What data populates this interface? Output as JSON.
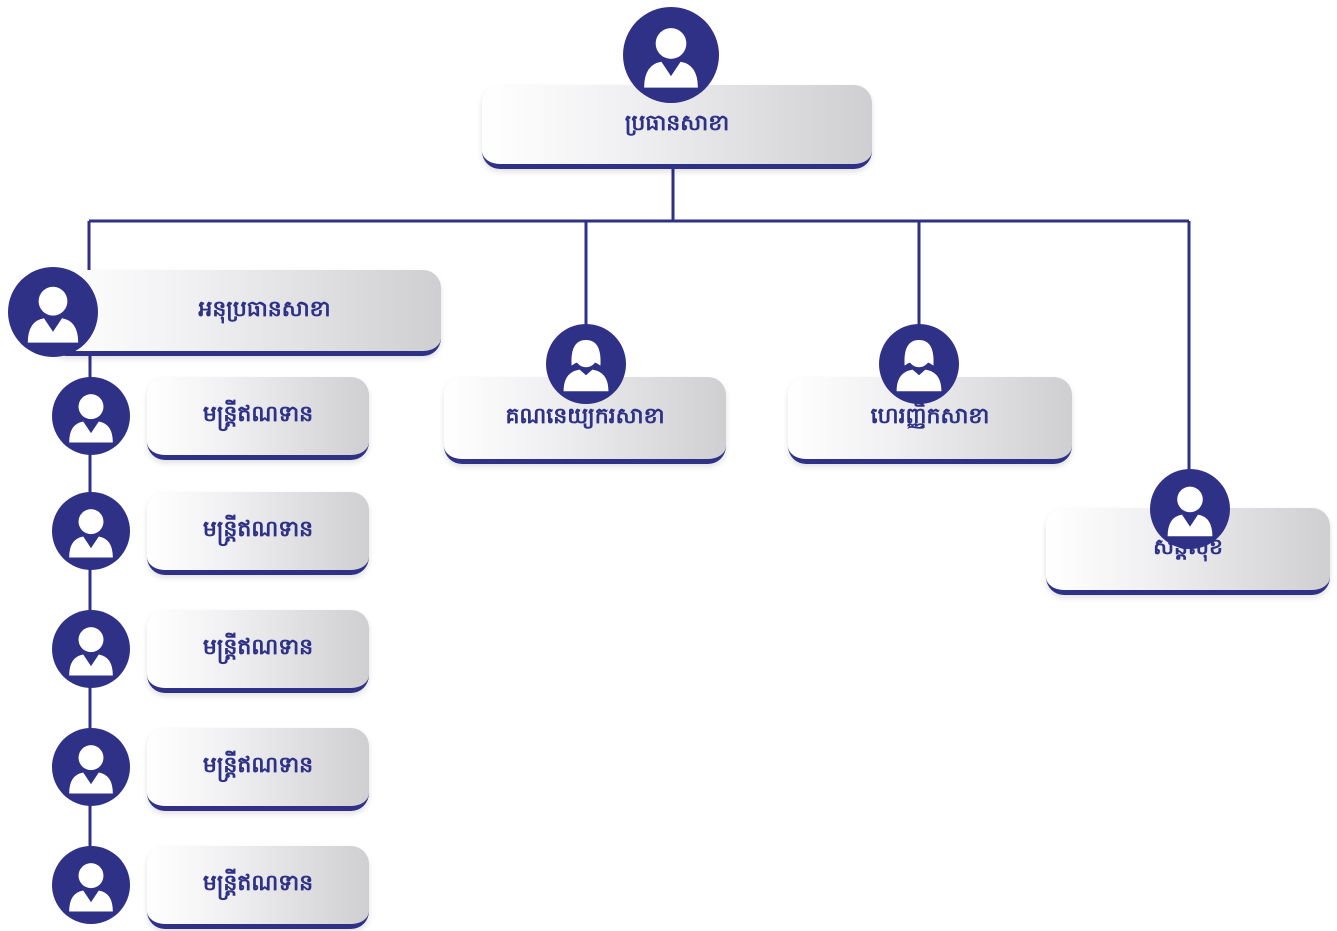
{
  "colors": {
    "navy": "#2e3186",
    "line": "#2e3186",
    "box_light": "#ffffff",
    "box_dark": "#cfcfd2"
  },
  "icons": {
    "male": "person-male-icon",
    "female": "person-female-icon"
  },
  "nodes": {
    "head": {
      "label": "ប្រធានសាខា"
    },
    "deputy": {
      "label": "អនុប្រធានសាខា"
    },
    "staff": [
      {
        "label": "មន្ត្រីឥណទាន"
      },
      {
        "label": "មន្ត្រីឥណទាន"
      },
      {
        "label": "មន្ត្រីឥណទាន"
      },
      {
        "label": "មន្ត្រីឥណទាន"
      },
      {
        "label": "មន្ត្រីឥណទាន"
      }
    ],
    "accountant": {
      "label": "គណនេយ្យករសាខា"
    },
    "cashier": {
      "label": "ហេរញ្ញិកសាខា"
    },
    "security": {
      "label": "សន្តិសុខ"
    }
  }
}
